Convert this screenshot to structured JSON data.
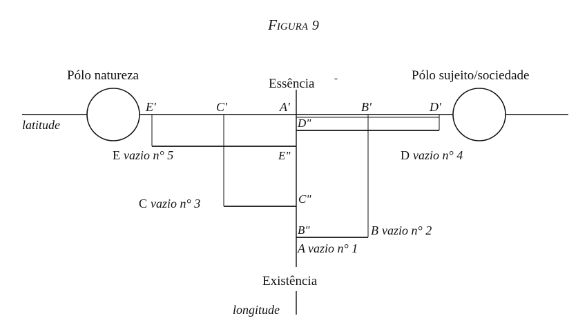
{
  "figure": {
    "title_first": "F",
    "title_rest": "IGURA",
    "title_number": "9"
  },
  "poles": {
    "left": "Pólo natureza",
    "right": "Pólo sujeito/sociedade"
  },
  "axes": {
    "top": "Essência",
    "bottom": "Existência",
    "horizontal": "latitude",
    "vertical": "longitude"
  },
  "points": {
    "e_prime": "E'",
    "c_prime": "C'",
    "a_prime": "A'",
    "b_prime": "B'",
    "d_prime": "D'",
    "d_double": "D\"",
    "e_double": "E\"",
    "c_double": "C\"",
    "b_double": "B\""
  },
  "voids": {
    "a": {
      "letter": "A",
      "text": "vazio n° 1"
    },
    "b": {
      "letter": "B",
      "text": "vazio n° 2"
    },
    "c": {
      "letter": "C",
      "text": "vazio n° 3"
    },
    "d": {
      "letter": "D",
      "text": "vazio n° 4"
    },
    "e": {
      "letter": "E",
      "text": "vazio n° 5"
    }
  },
  "stray_mark": "-"
}
